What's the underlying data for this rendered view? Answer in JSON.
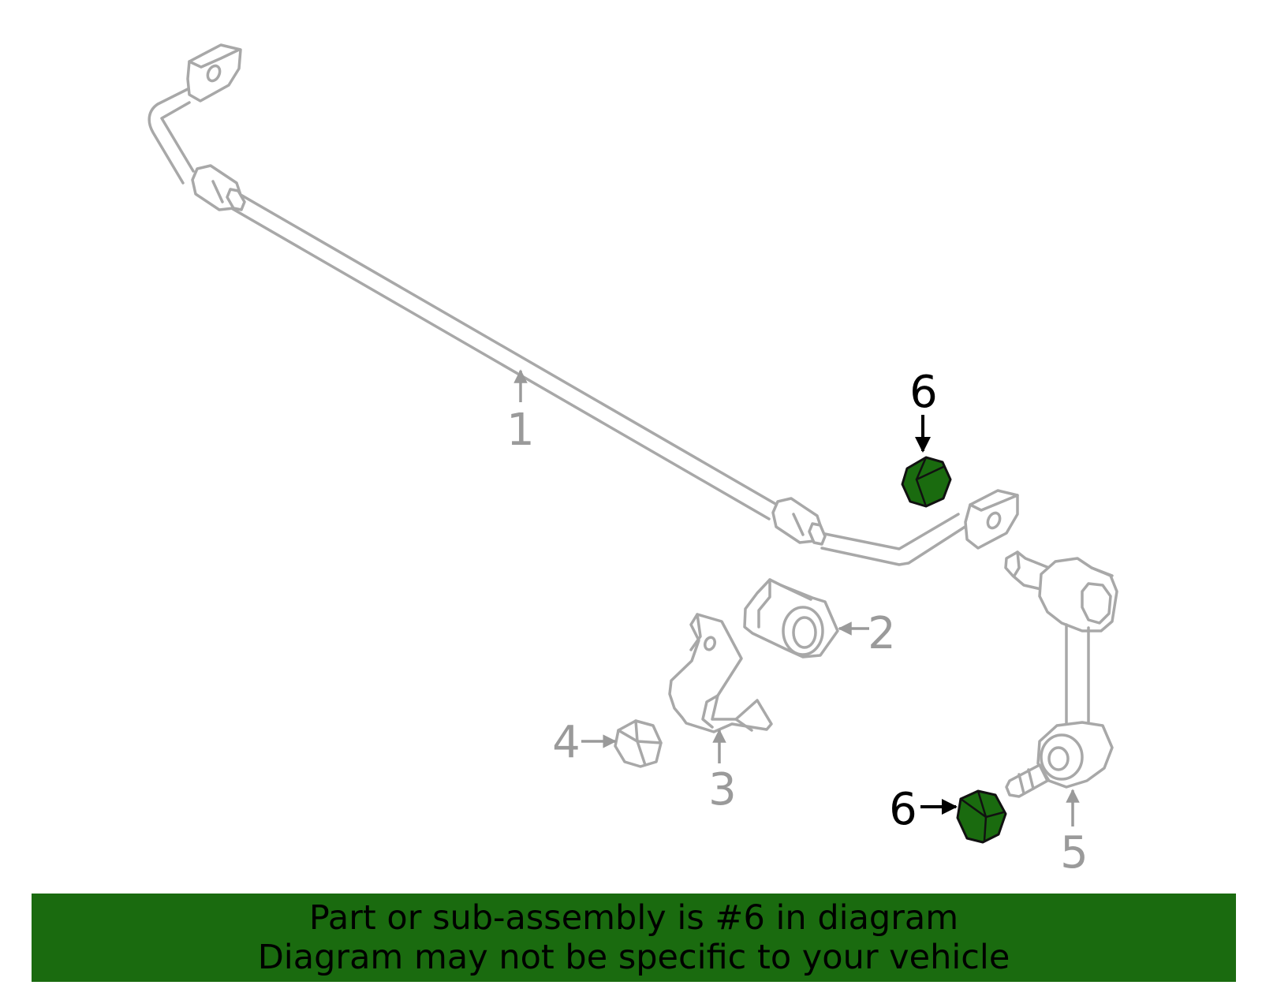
{
  "diagram": {
    "callouts": {
      "part_1": "1",
      "part_2": "2",
      "part_3": "3",
      "part_4": "4",
      "part_5": "5",
      "part_6_top": "6",
      "part_6_bottom": "6"
    },
    "highlight_part": "6",
    "colors": {
      "highlight_fill": "#1a6b0f",
      "part_stroke": "#a8a8a8",
      "banner_background": "#1a6b0f"
    }
  },
  "banner": {
    "line1": "Part or sub-assembly is #6 in diagram",
    "line2": "Diagram may not be specific to your vehicle"
  }
}
